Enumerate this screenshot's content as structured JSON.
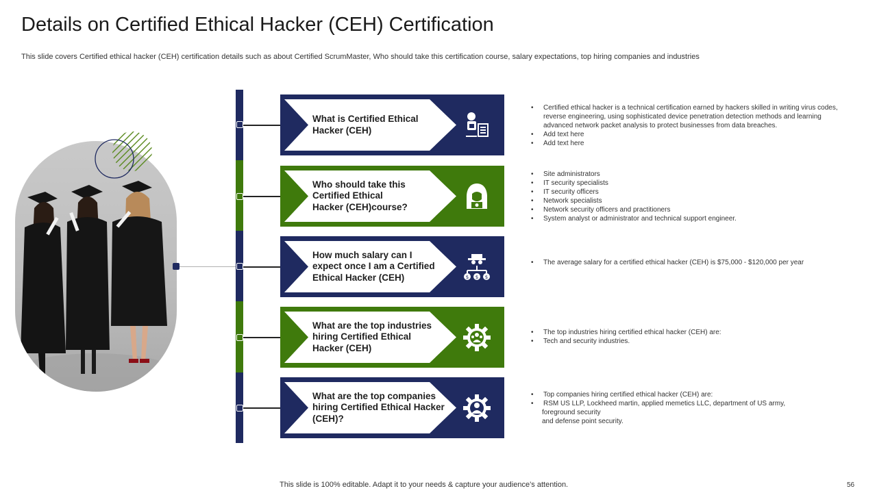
{
  "title": "Details on Certified Ethical Hacker (CEH) Certification",
  "subtitle": "This slide covers Certified ethical hacker (CEH) certification details such as about Certified ScrumMaster, Who should take this certification course, salary expectations, top hiring companies and industries",
  "colors": {
    "navy": "#1f2a60",
    "green": "#3f7a0c"
  },
  "rows": [
    {
      "question": "What is Certified Ethical\nHacker (CEH)",
      "icon": "hacker-computer-icon",
      "color": "navy",
      "bullets": [
        "Certified ethical hacker is a technical certification earned by hackers skilled in writing virus codes, reverse engineering, using sophisticated device penetration detection methods and learning advanced network packet analysis to protect businesses from data breaches.",
        "Add text here",
        "Add text here"
      ]
    },
    {
      "question": "Who should take this\nCertified Ethical\nHacker (CEH)course?",
      "icon": "hooded-hacker-icon",
      "color": "green",
      "bullets": [
        "Site administrators",
        "IT security specialists",
        "IT security officers",
        "Network specialists",
        "Network security officers and practitioners",
        "System analyst or administrator  and technical support engineer."
      ]
    },
    {
      "question": "How much salary can I\nexpect once I am a Certified\nEthical Hacker (CEH)",
      "icon": "spy-money-icon",
      "color": "navy",
      "bullets": [
        "The average salary for a certified ethical hacker (CEH)  is $75,000 - $120,000 per year"
      ]
    },
    {
      "question": "What are the top industries\nhiring Certified Ethical\nHacker (CEH)",
      "icon": "gear-people-icon",
      "color": "green",
      "bullets": [
        "The top industries hiring certified ethical hacker (CEH)  are:",
        "Tech and security industries."
      ]
    },
    {
      "question": "What are the top companies\nhiring Certified Ethical Hacker\n(CEH)?",
      "icon": "gear-user-icon",
      "color": "navy",
      "bullets": [
        "Top companies hiring certified ethical hacker (CEH)  are:",
        "RSM  US LLP,  Lockheed martin,  applied memetics LLC, department of US army,"
      ],
      "continuation": [
        "foreground security",
        "and defense point security."
      ]
    }
  ],
  "footer": "This slide is 100% editable. Adapt it to your needs & capture your audience’s attention.",
  "page_number": "56"
}
